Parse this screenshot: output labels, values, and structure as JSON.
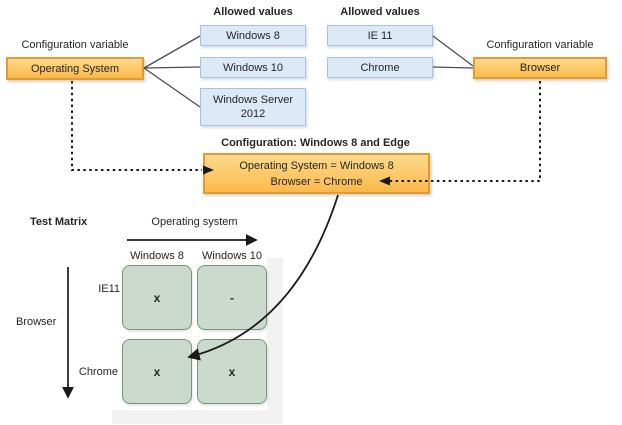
{
  "os_variable": {
    "label": "Configuration variable",
    "value": "Operating System"
  },
  "os_allowed_values": {
    "header": "Allowed values",
    "items": [
      "Windows 8",
      "Windows 10",
      "Windows Server 2012"
    ]
  },
  "browser_allowed_values": {
    "header": "Allowed values",
    "items": [
      "IE 11",
      "Chrome"
    ]
  },
  "browser_variable": {
    "label": "Configuration variable",
    "value": "Browser"
  },
  "configuration": {
    "title": "Configuration: Windows 8 and Edge",
    "assignments": [
      "Operating System = Windows 8",
      "Browser = Chrome"
    ]
  },
  "test_matrix": {
    "title": "Test Matrix",
    "x_axis_label": "Operating system",
    "y_axis_label": "Browser",
    "columns": [
      "Windows 8",
      "Windows 10"
    ],
    "rows": [
      "IE11",
      "Chrome"
    ],
    "cells": [
      [
        "x",
        "-"
      ],
      [
        "x",
        "x"
      ]
    ]
  },
  "colors": {
    "variable_box_fill_top": "#FDD98C",
    "variable_box_fill_bottom": "#FBBA49",
    "variable_box_border": "#E09B38",
    "value_box_fill": "#DCE9F6",
    "value_box_border": "#A7C1DE",
    "cell_fill": "#CCD9CF",
    "cell_border": "#6F9975",
    "connector": "#4D4D4D",
    "arrow": "#1A1A1A",
    "panel_shadow": "#F2F2F2"
  }
}
